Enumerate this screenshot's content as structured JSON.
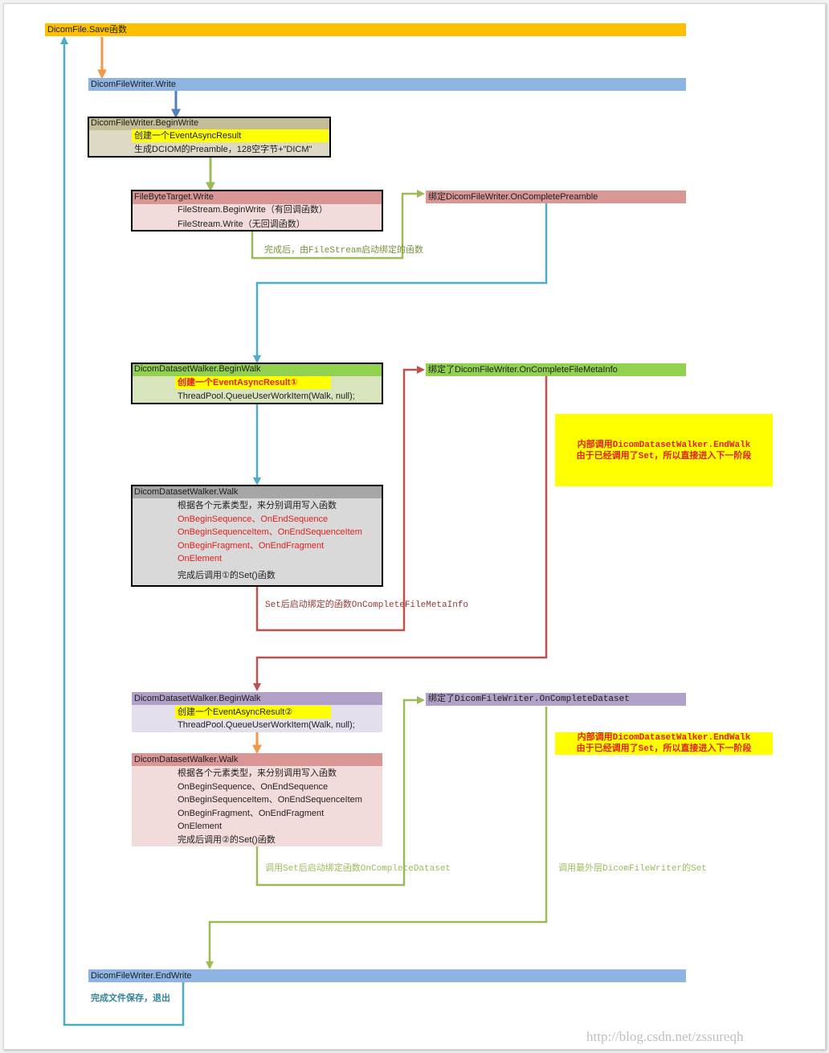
{
  "colors": {
    "orange": "#fdbf00",
    "blue_bar": "#8eb4e3",
    "tan_header": "#c4bd97",
    "tan_body": "#ddd9c4",
    "yellow": "#ffff00",
    "pink_header": "#da9694",
    "pink_body": "#f2dcdb",
    "green_header": "#92d050",
    "green_body": "#d8e4bc",
    "gray_header": "#a6a6a6",
    "gray_body": "#d9d9d9",
    "purple_header": "#b1a0c7",
    "purple_body": "#e4dfec",
    "arrow_teal": "#4bacc6",
    "arrow_orange": "#f79646",
    "arrow_green": "#9bbb59",
    "arrow_red": "#c0504d",
    "arrow_navy": "#4f81bd"
  },
  "nodes": {
    "save": "DicomFile.Save函数",
    "write": "DicomFileWriter.Write",
    "begin_write": {
      "title": "DicomFileWriter.BeginWrite",
      "line1": "创建一个EventAsyncResult",
      "line2": "生成DCIOM的Preamble，128空字节+\"DICM\""
    },
    "file_byte_target": {
      "title": "FileByteTarget.Write",
      "line1": "FileStream.BeginWrite（有回调函数）",
      "line2": "FileStream.Write（无回调函数）"
    },
    "bind_preamble": "绑定DicomFileWriter.OnCompletePreamble",
    "walker_begin_1": {
      "title": "DicomDatasetWalker.BeginWalk",
      "line1": "创建一个EventAsyncResult①",
      "line2": "ThreadPool.QueueUserWorkItem(Walk, null);"
    },
    "bind_meta": "绑定了DicomFileWriter.OnCompleteFileMetaInfo",
    "walk_1": {
      "title": "DicomDatasetWalker.Walk",
      "line1": "根据各个元素类型，来分别调用写入函数",
      "line2": "OnBeginSequence、OnEndSequence",
      "line3": "OnBeginSequenceItem、OnEndSequenceItem",
      "line4": "OnBeginFragment、OnEndFragment",
      "line5": "OnElement",
      "line6": "完成后调用①的Set()函数"
    },
    "walker_begin_2": {
      "title": "DicomDatasetWalker.BeginWalk",
      "line1": "创建一个EventAsyncResult②",
      "line2": "ThreadPool.QueueUserWorkItem(Walk, null);"
    },
    "bind_dataset": "绑定了DicomFileWriter.OnCompleteDataset",
    "walk_2": {
      "title": "DicomDatasetWalker.Walk",
      "line1": "根据各个元素类型，来分别调用写入函数",
      "line2": "OnBeginSequence、OnEndSequence",
      "line3": "OnBeginSequenceItem、OnEndSequenceItem",
      "line4": "OnBeginFragment、OnEndFragment",
      "line5": "OnElement",
      "line6": "完成后调用②的Set()函数"
    },
    "end_write": "DicomFileWriter.EndWrite"
  },
  "notes": {
    "note1_line1": "内部调用DicomDatasetWalker.EndWalk",
    "note1_line2": "由于已经调用了Set，所以直接进入下一阶段",
    "note2_line1": "内部调用DicomDatasetWalker.EndWalk",
    "note2_line2": "由于已经调用了Set，所以直接进入下一阶段"
  },
  "labels": {
    "filestream_callback": "完成后，由FileStream启动绑定的函数",
    "set_meta": "Set后启动绑定的函数OnCompleteFileMetaInfo",
    "set_dataset": "调用Set后启动绑定函数OnCompleteDataset",
    "outer_set": "调用最外层DicomFileWriter的Set",
    "finish": "完成文件保存，退出"
  },
  "watermark": "http://blog.csdn.net/zssureqh"
}
